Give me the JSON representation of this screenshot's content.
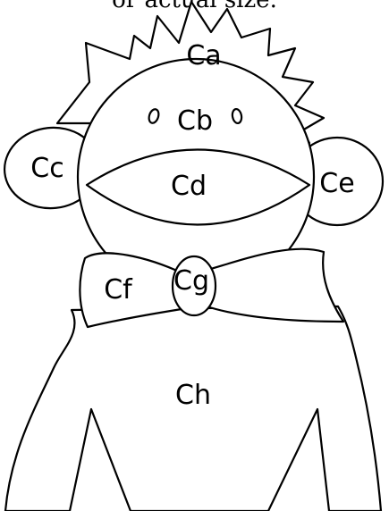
{
  "caption": "or actual size.",
  "pieces": {
    "hair": "Ca",
    "eyes": "Cb",
    "left_ear": "Cc",
    "mouth": "Cd",
    "right_ear": "Ce",
    "bow_tie": "Cf",
    "bow_knot": "Cg",
    "body": "Ch"
  },
  "colors": {
    "outline": "#000000",
    "fill": "#ffffff"
  }
}
